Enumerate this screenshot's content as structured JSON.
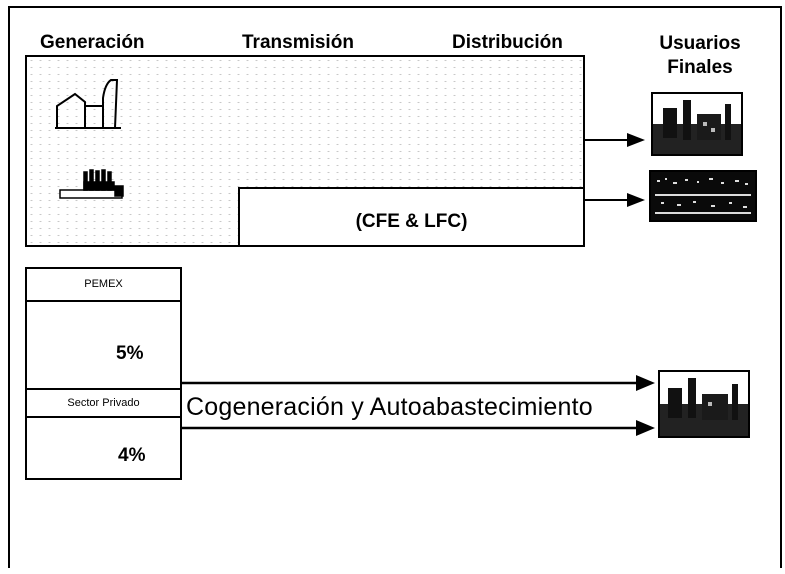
{
  "headers": {
    "generation": "Generación",
    "transmission": "Transmisión",
    "distribution": "Distribución",
    "end_users_line1": "Usuarios",
    "end_users_line2": "Finales"
  },
  "public_service_label": "(CFE & LFC)",
  "pemex": {
    "label": "PEMEX",
    "share": "5%"
  },
  "private_sector": {
    "label": "Sector Privado",
    "share": "4%"
  },
  "cogeneration_label": "Cogeneración y Autoabastecimiento",
  "icons": {
    "generation_plant": "power-plant-icon",
    "generation_ship": "barge-plant-icon",
    "user_photo": "industrial-site-photo",
    "user_city": "city-lights-photo"
  }
}
